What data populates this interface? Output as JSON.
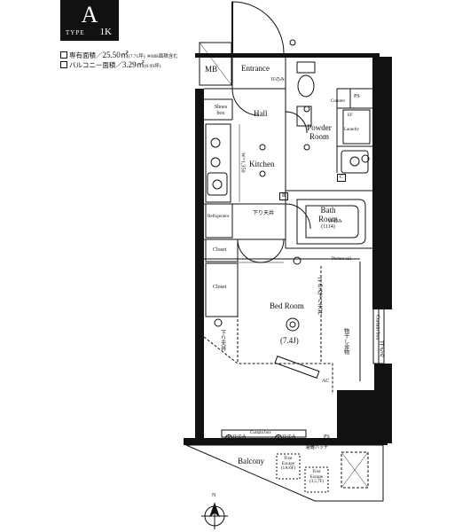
{
  "header": {
    "type_letter": "A",
    "type_word": "TYPE",
    "type_code": "1K",
    "area_label": "専有面積／",
    "area_value": "25.50㎡",
    "area_tsubo": "(7.71坪)",
    "area_note": "※MB面積含む",
    "balcony_label": "バルコニー面積／",
    "balcony_value": "3.29㎡",
    "balcony_tsubo": "(0.99坪)"
  },
  "rooms": {
    "mb": "MB",
    "entrance": "Entrance",
    "shoes_box": [
      "Shoes",
      "box"
    ],
    "hall": "Hall",
    "kitchen": "Kitchen",
    "refrigerator": "Refrigerator",
    "powder_room": [
      "Powder",
      "Room"
    ],
    "counter": "Counter",
    "ps_top": "PS",
    "laundry": "Laundry",
    "bath_room": [
      "Bath",
      "Room",
      "(1114)"
    ],
    "closet_1": "Closet",
    "closet_2": "Closet",
    "bed_room": "Bed Room",
    "bed_size": "(7.4J)",
    "picture_rail": "Picture rail",
    "curtain_box": "Curtain box",
    "ps_bottom": "PS",
    "balcony": "Balcony",
    "first_escape": [
      "First",
      "Escape",
      "(1A/6F)"
    ],
    "first_escape_2": [
      "First",
      "Escape",
      "(3,5,7F)"
    ],
    "curtain_box_side": "Curtain box",
    "cover_note": "避難ハッチ"
  },
  "marks": {
    "w_dim": "W=1,350",
    "step_tfuyo_entrance": "TFのみ",
    "step_tfuyo_bath": "TFのみ",
    "ceiling_drop_kitchen": "下り天井",
    "ceiling_drop_bed": "下り天井",
    "tf_ceiling": "TFのみ下り天井",
    "ac": "AC",
    "tf_right": "TFのみ",
    "tf_bottom_left": "TFのみ",
    "tf_bottom_right": "TFのみ",
    "side_window_note": "物干し金物"
  },
  "symbols": {
    "r_box": "R",
    "c_box": "C",
    "ef_box": "EF",
    "circle_f": "F",
    "circle_s": "S"
  },
  "compass": {
    "north": "N"
  }
}
